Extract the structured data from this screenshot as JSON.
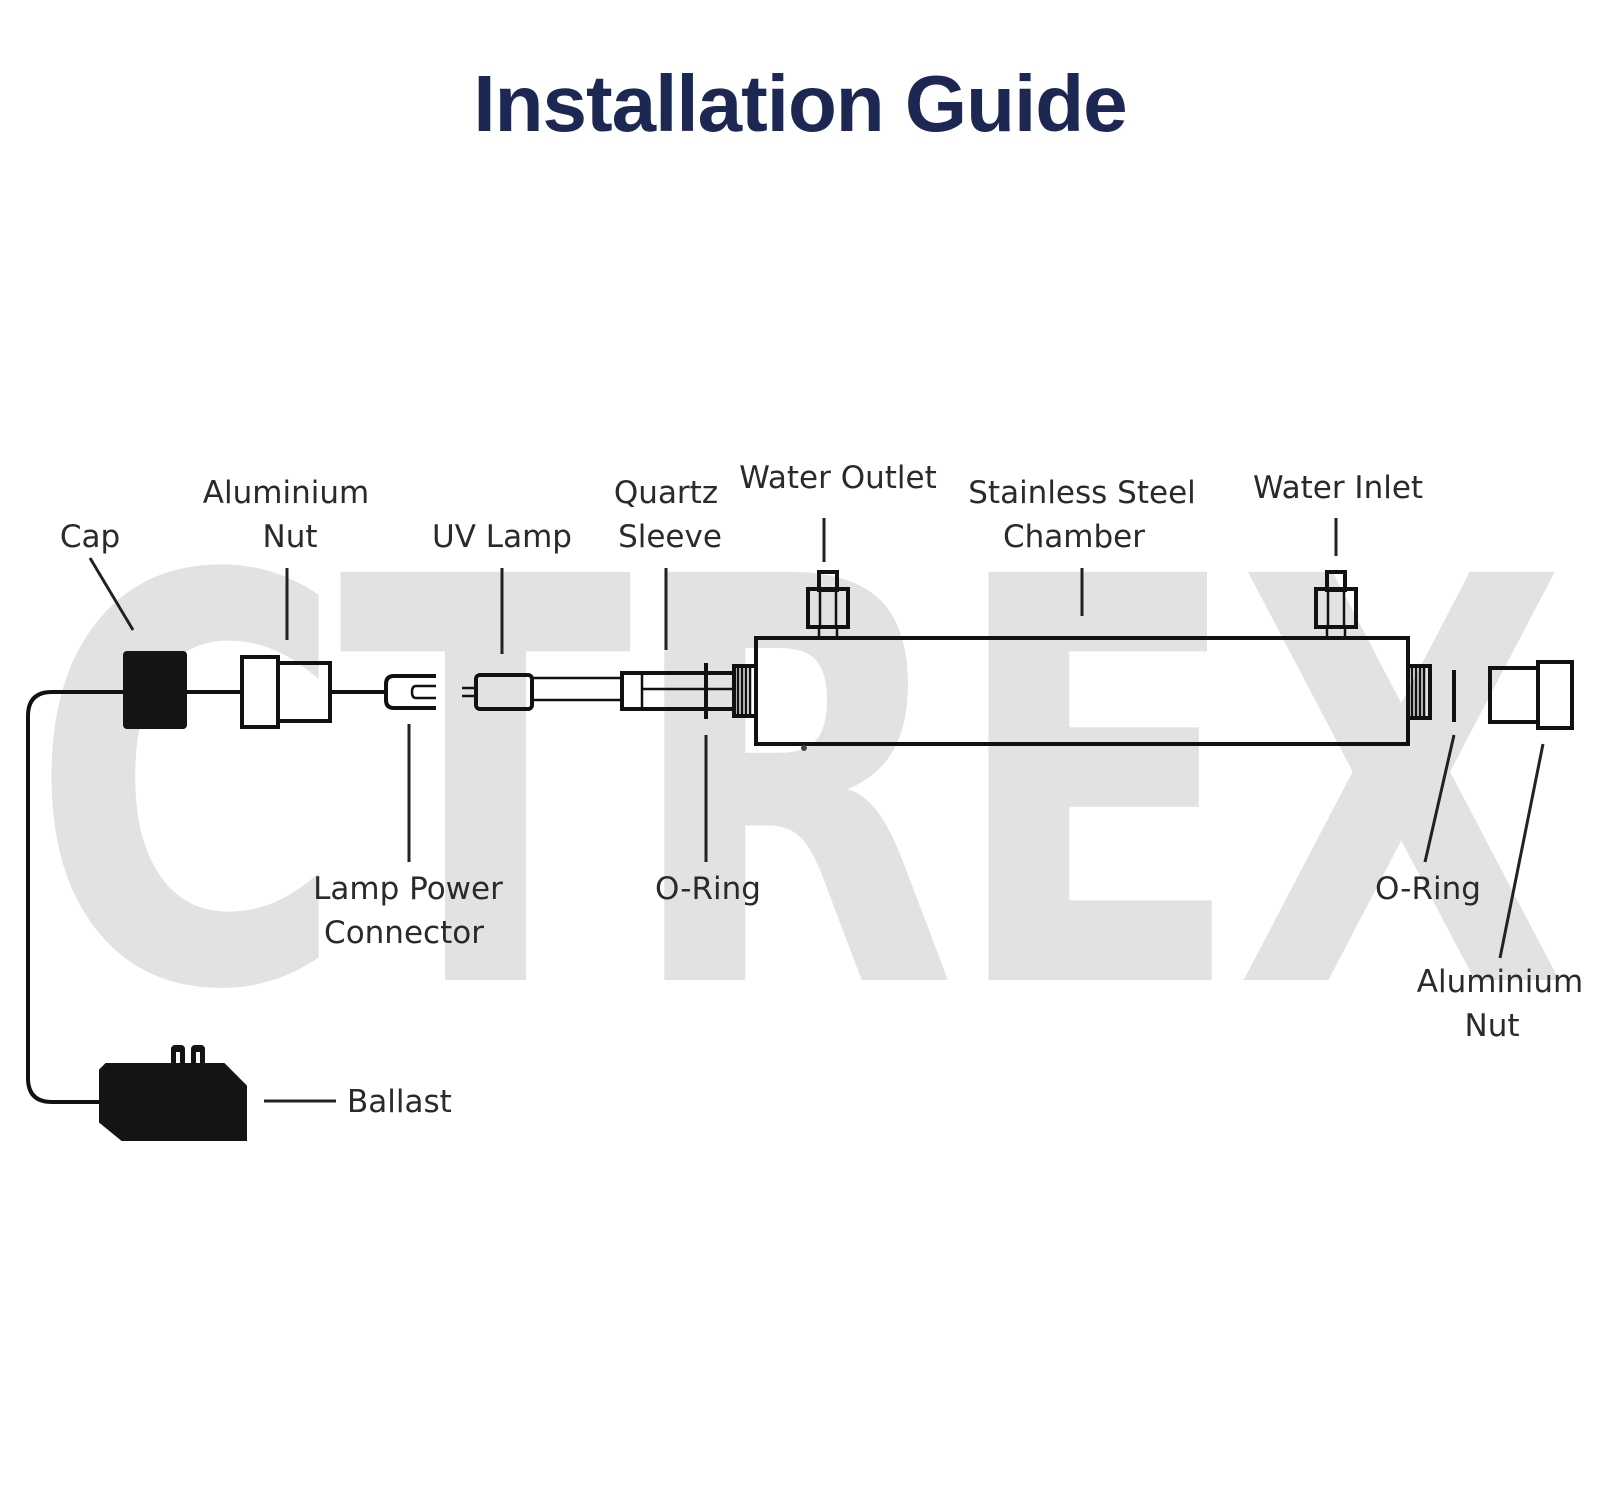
{
  "title": "Installation Guide",
  "watermark": "CTREX",
  "colors": {
    "title": "#1c2753",
    "watermark": "#e2e2e2",
    "line": "#111111",
    "label": "#2a2a2a"
  },
  "labels": {
    "cap": "Cap",
    "aluminium_nut_left_1": "Aluminium",
    "aluminium_nut_left_2": "Nut",
    "uv_lamp": "UV Lamp",
    "quartz_sleeve_1": "Quartz",
    "quartz_sleeve_2": "Sleeve",
    "water_outlet": "Water Outlet",
    "chamber_1": "Stainless Steel",
    "chamber_2": "Chamber",
    "water_inlet": "Water Inlet",
    "lamp_power_connector_1": "Lamp Power",
    "lamp_power_connector_2": "Connector",
    "o_ring_left": "O-Ring",
    "o_ring_right": "O-Ring",
    "aluminium_nut_right_1": "Aluminium",
    "aluminium_nut_right_2": "Nut",
    "ballast": "Ballast"
  }
}
